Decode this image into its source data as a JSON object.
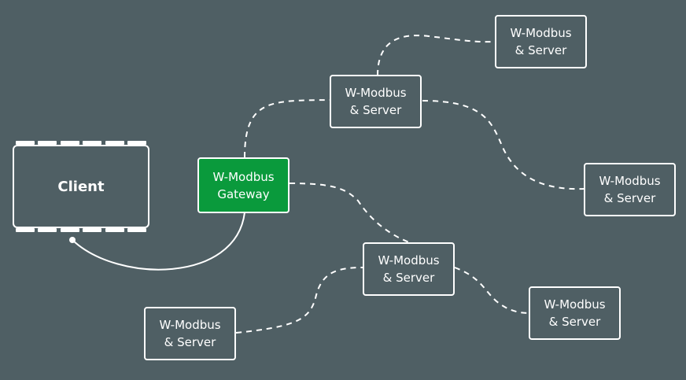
{
  "client": {
    "label": "Client"
  },
  "gateway": {
    "line1": "W-Modbus",
    "line2": "Gateway"
  },
  "servers": [
    {
      "line1": "W-Modbus",
      "line2": "& Server"
    },
    {
      "line1": "W-Modbus",
      "line2": "& Server"
    },
    {
      "line1": "W-Modbus",
      "line2": "& Server"
    },
    {
      "line1": "W-Modbus",
      "line2": "& Server"
    },
    {
      "line1": "W-Modbus",
      "line2": "& Server"
    },
    {
      "line1": "W-Modbus",
      "line2": "& Server"
    }
  ],
  "colors": {
    "background": "#4f5f64",
    "gateway": "#0a9a3c",
    "stroke": "#ffffff"
  }
}
